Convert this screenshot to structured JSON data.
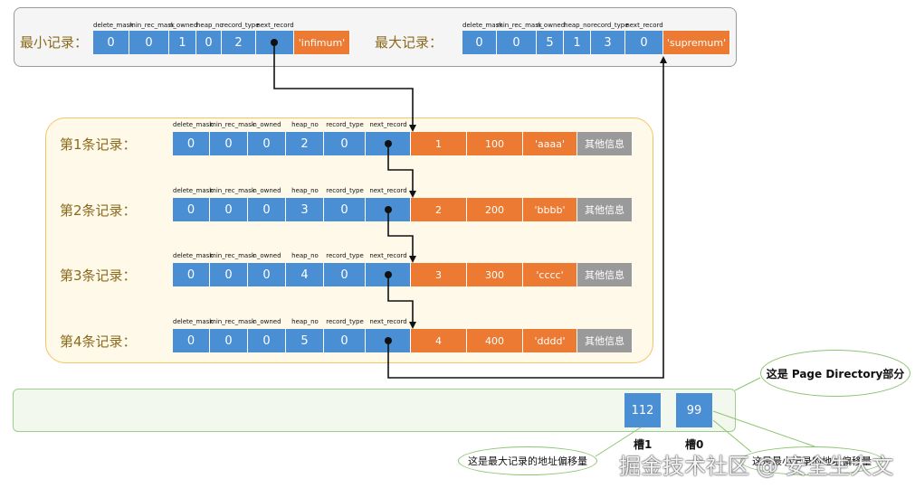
{
  "min_record": {
    "label": "最小记录：",
    "headers": [
      "delete_mask",
      "min_rec_mask",
      "n_owned",
      "heap_no",
      "record_type",
      "next_record"
    ],
    "values": [
      "0",
      "0",
      "1",
      "0",
      "2"
    ],
    "data": "'infimum'"
  },
  "max_record": {
    "label": "最大记录：",
    "headers": [
      "delete_mask",
      "min_rec_mask",
      "n_owned",
      "heap_no",
      "record_type",
      "next_record"
    ],
    "values": [
      "0",
      "0",
      "5",
      "1",
      "3",
      "0"
    ],
    "data": "'supremum'"
  },
  "records": [
    {
      "label": "第1条记录：",
      "headers": [
        "delete_mask",
        "min_rec_mask",
        "n_owned",
        "heap_no",
        "record_type",
        "next_record"
      ],
      "values": [
        "0",
        "0",
        "0",
        "2",
        "0"
      ],
      "data": [
        "1",
        "100",
        "'aaaa'"
      ],
      "other": "其他信息"
    },
    {
      "label": "第2条记录：",
      "headers": [
        "delete_mask",
        "min_rec_mask",
        "n_owned",
        "heap_no",
        "record_type",
        "next_record"
      ],
      "values": [
        "0",
        "0",
        "0",
        "3",
        "0"
      ],
      "data": [
        "2",
        "200",
        "'bbbb'"
      ],
      "other": "其他信息"
    },
    {
      "label": "第3条记录：",
      "headers": [
        "delete_mask",
        "min_rec_mask",
        "n_owned",
        "heap_no",
        "record_type",
        "next_record"
      ],
      "values": [
        "0",
        "0",
        "0",
        "4",
        "0"
      ],
      "data": [
        "3",
        "300",
        "'cccc'"
      ],
      "other": "其他信息"
    },
    {
      "label": "第4条记录：",
      "headers": [
        "delete_mask",
        "min_rec_mask",
        "n_owned",
        "heap_no",
        "record_type",
        "next_record"
      ],
      "values": [
        "0",
        "0",
        "0",
        "5",
        "0"
      ],
      "data": [
        "4",
        "400",
        "'dddd'"
      ],
      "other": "其他信息"
    }
  ],
  "page_directory": {
    "slots": [
      {
        "value": "112",
        "label": "槽1"
      },
      {
        "value": "99",
        "label": "槽0"
      }
    ],
    "callout_main": "这是 Page Directory部分",
    "callout_left": "这是最大记录的地址偏移量",
    "callout_right": "这是最小记录的地址偏移量"
  },
  "watermark": "掘金技术社区 @ 安全生大文",
  "colors": {
    "field_blue": "#4a8ed4",
    "data_orange": "#ec7a32",
    "other_gray": "#9a9a9a",
    "callout_green": "#8cc46f"
  }
}
